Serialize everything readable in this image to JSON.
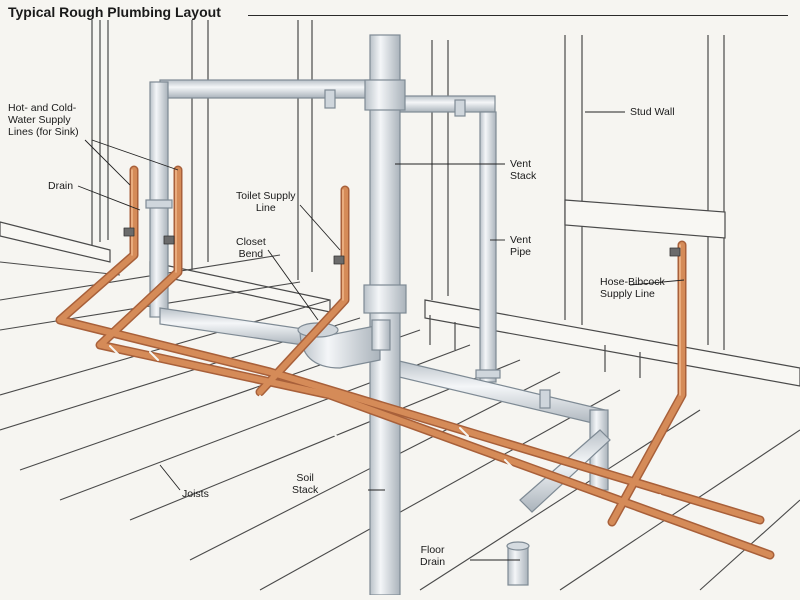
{
  "title": "Typical Rough Plumbing Layout",
  "labels": {
    "supply_lines": "Hot- and Cold-\nWater Supply\nLines (for Sink)",
    "drain": "Drain",
    "toilet_supply": "Toilet Supply\nLine",
    "closet_bend": "Closet\nBend",
    "stud_wall": "Stud Wall",
    "vent_stack": "Vent\nStack",
    "vent_pipe": "Vent\nPipe",
    "hose_bibcock": "Hose-Bibcock\nSupply Line",
    "joists": "Joists",
    "soil_stack": "Soil\nStack",
    "floor_drain": "Floor\nDrain"
  },
  "colors": {
    "copper": "#d08654",
    "copper_dark": "#a8603a",
    "pvc": "#e4e8ec",
    "pvc_edge": "#8e9aa4",
    "wood_line": "#4a4a4a",
    "background": "#f6f5f1"
  }
}
